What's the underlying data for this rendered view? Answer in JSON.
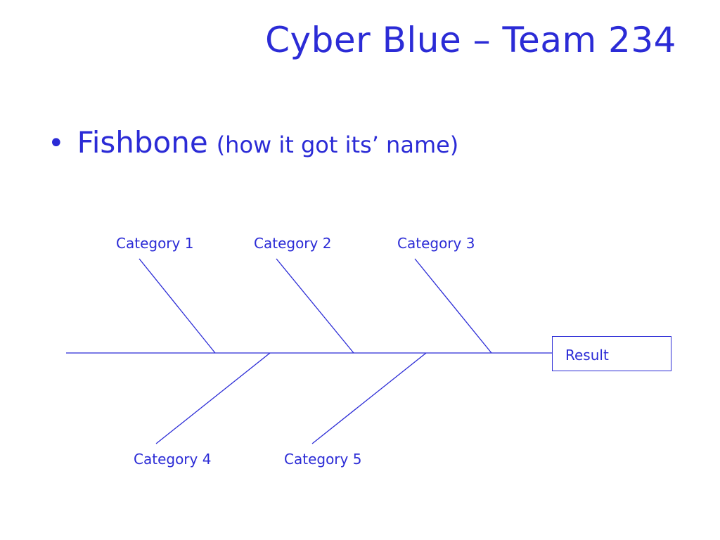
{
  "slide": {
    "title": "Cyber Blue – Team 234",
    "bullet": {
      "main": "Fishbone",
      "sub": "(how it got its’ name)"
    }
  },
  "diagram": {
    "result": "Result",
    "categories_top": [
      "Category 1",
      "Category 2",
      "Category 3"
    ],
    "categories_bottom": [
      "Category 4",
      "Category 5"
    ]
  },
  "colors": {
    "accent": "#2b2bd6"
  }
}
